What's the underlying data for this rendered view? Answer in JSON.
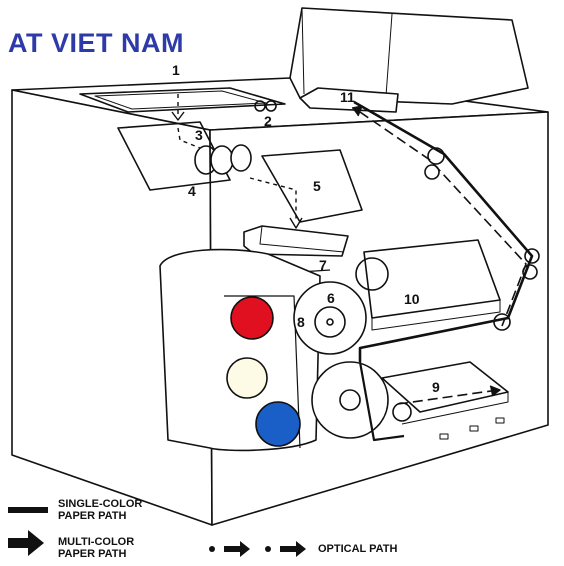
{
  "brand": {
    "text": "AT VIET NAM",
    "color": "#2e3aa8"
  },
  "callouts": [
    "1",
    "2",
    "3",
    "4",
    "5",
    "6",
    "7",
    "8",
    "9",
    "10",
    "11"
  ],
  "legend": {
    "single_color_line1": "SINGLE-COLOR",
    "single_color_line2": "PAPER PATH",
    "multi_color_line1": "MULTI-COLOR",
    "multi_color_line2": "PAPER PATH",
    "optical": "OPTICAL PATH"
  },
  "toner_colors": {
    "red": "#e01020",
    "cream": "#fdfbe6",
    "blue": "#1a5fc8"
  }
}
